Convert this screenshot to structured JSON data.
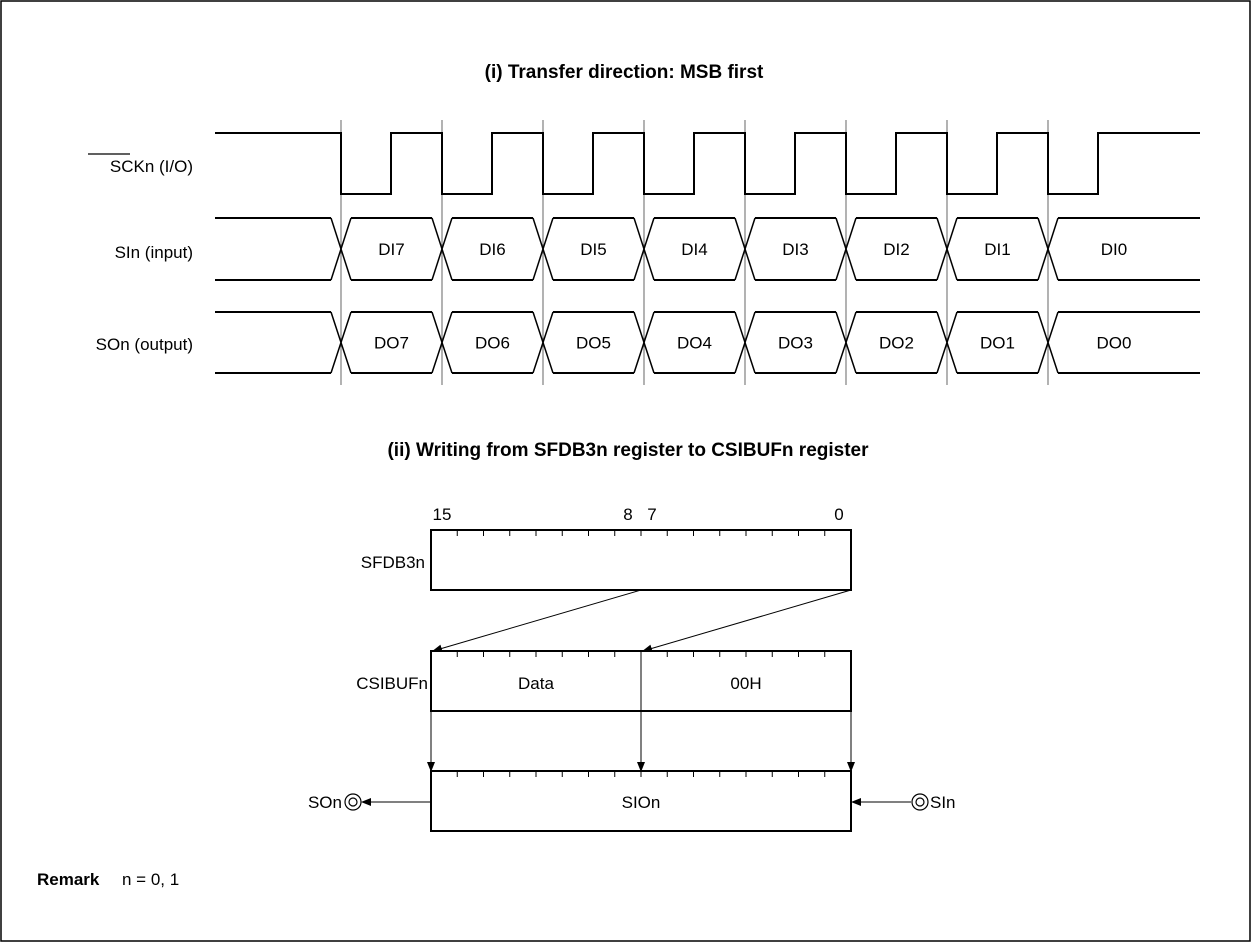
{
  "section_titles": {
    "timing": "(i)  Transfer direction: MSB first",
    "register": "(ii)  Writing from SFDB3n register to CSIBUFn register"
  },
  "timing": {
    "clock": {
      "label_overlined": "SCKn",
      "label_rest": " (I/O)"
    },
    "si": {
      "label": "SIn (input)",
      "bits": [
        "DI7",
        "DI6",
        "DI5",
        "DI4",
        "DI3",
        "DI2",
        "DI1",
        "DI0"
      ]
    },
    "so": {
      "label": "SOn (output)",
      "bits": [
        "DO7",
        "DO6",
        "DO5",
        "DO4",
        "DO3",
        "DO2",
        "DO1",
        "DO0"
      ]
    }
  },
  "registers": {
    "bit_labels": {
      "b15": "15",
      "b8": "8",
      "b7": "7",
      "b0": "0"
    },
    "sfdb": {
      "label": "SFDB3n"
    },
    "csibuf": {
      "label": "CSIBUFn",
      "upper": "Data",
      "lower": "00H"
    },
    "sio": {
      "label": "SIOn"
    },
    "pin_out": "SOn",
    "pin_in": "SIn"
  },
  "remark": {
    "label": "Remark",
    "text": "n = 0, 1"
  }
}
